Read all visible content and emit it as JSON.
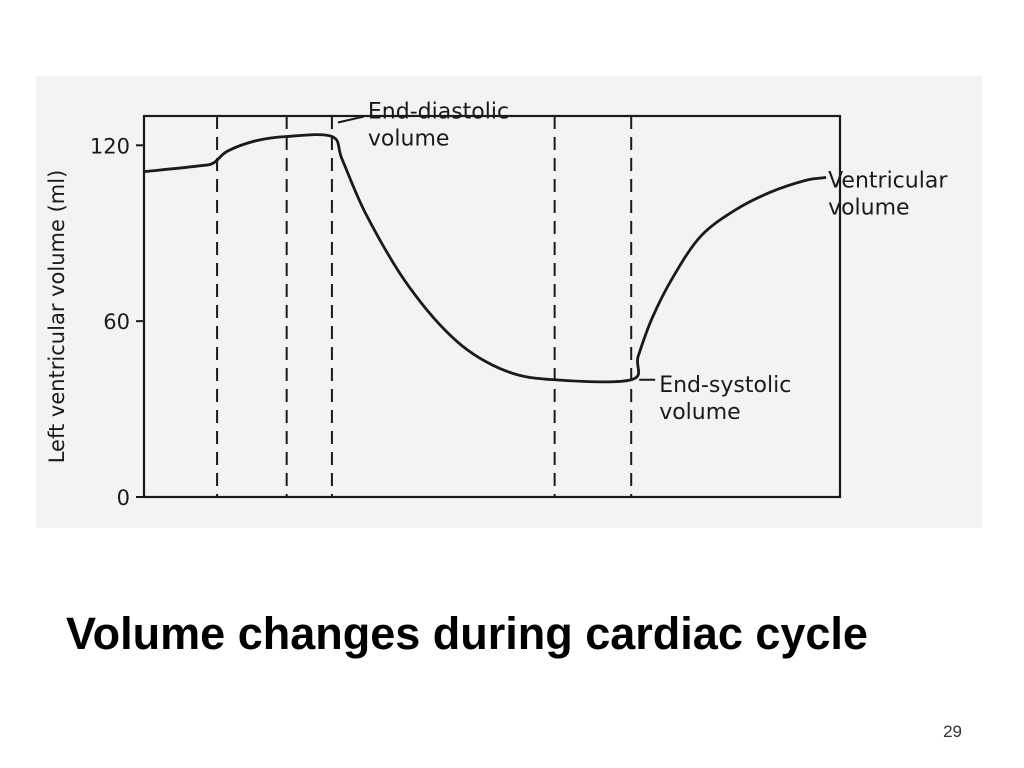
{
  "slide": {
    "title": "Volume changes during cardiac cycle",
    "page_number": "29"
  },
  "chart_data": {
    "type": "line",
    "title": "",
    "xlabel": "",
    "ylabel": "Left ventricular volume (ml)",
    "ylim": [
      0,
      130
    ],
    "yticks": [
      0,
      60,
      120
    ],
    "ytick_labels": [
      "0",
      "60",
      "120"
    ],
    "x_ticks_shown": false,
    "xlim": [
      0,
      1
    ],
    "phase_boundaries_x": [
      0.105,
      0.205,
      0.27,
      0.59,
      0.7
    ],
    "series": [
      {
        "name": "",
        "x": [
          0,
          0.08,
          0.1,
          0.12,
          0.16,
          0.205,
          0.27,
          0.285,
          0.32,
          0.38,
          0.45,
          0.52,
          0.59,
          0.7,
          0.71,
          0.73,
          0.76,
          0.8,
          0.85,
          0.9,
          0.95,
          0.98
        ],
        "y": [
          111,
          113,
          114,
          118,
          121.5,
          123,
          123,
          115,
          96,
          72,
          53,
          43,
          40,
          40,
          48,
          61,
          75,
          89,
          98,
          104,
          108,
          109
        ]
      }
    ],
    "annotations": [
      {
        "id": "edv",
        "lines": [
          "End-diastolic",
          "volume"
        ],
        "x": 0.27,
        "y": 123
      },
      {
        "id": "esv",
        "lines": [
          "End-systolic",
          "volume"
        ],
        "x": 0.7,
        "y": 40
      },
      {
        "id": "vv",
        "lines": [
          "Ventricular",
          "volume"
        ],
        "x": 0.98,
        "y": 109
      }
    ],
    "grid": false,
    "legend": "none",
    "colors": {
      "line": "#1a1a1a",
      "background": "#f3f3f3"
    }
  }
}
